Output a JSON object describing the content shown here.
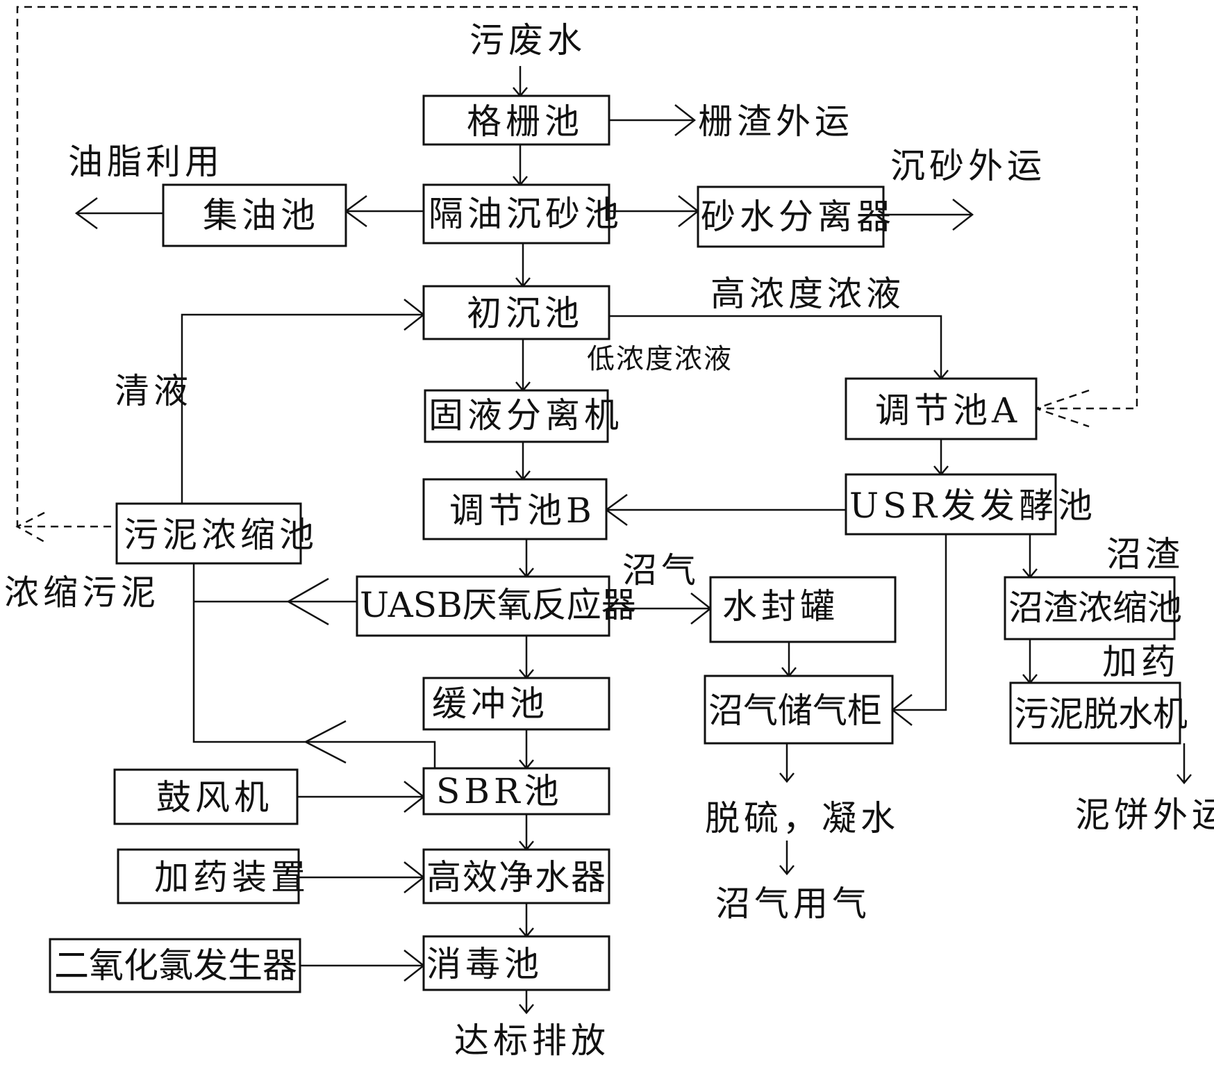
{
  "nodes": {
    "input": "污废水",
    "grille": "格栅池",
    "grille_out": "栅渣外运",
    "oil_use": "油脂利用",
    "oil_collect": "集油池",
    "oil_sand": "隔油沉砂池",
    "sand_sep": "砂水分离器",
    "sand_out": "沉砂外运",
    "high_conc": "高浓度浓液",
    "primary": "初沉池",
    "low_conc": "低浓度浓液",
    "clear": "清液",
    "solid_liquid": "固液分离机",
    "adjust_a": "调节池A",
    "adjust_b": "调节池B",
    "usr": "USR发发酵池",
    "sludge_thick": "污泥浓缩池",
    "thick_sludge": "浓缩污泥",
    "residue": "沼渣",
    "biogas": "沼气",
    "uasb": "UASB厌氧反应器",
    "water_seal": "水封罐",
    "residue_thick": "沼渣浓缩池",
    "dosing_label": "加药",
    "buffer": "缓冲池",
    "gas_holder": "沼气储气柜",
    "dewater": "污泥脱水机",
    "blower": "鼓风机",
    "sbr": "SBR池",
    "desulf": "脱硫，凝水",
    "cake_out": "泥饼外运",
    "dosing_device": "加药装置",
    "purifier": "高效净水器",
    "gas_use": "沼气用气",
    "clo2": "二氧化氯发生器",
    "disinfect": "消毒池",
    "discharge": "达标排放"
  }
}
